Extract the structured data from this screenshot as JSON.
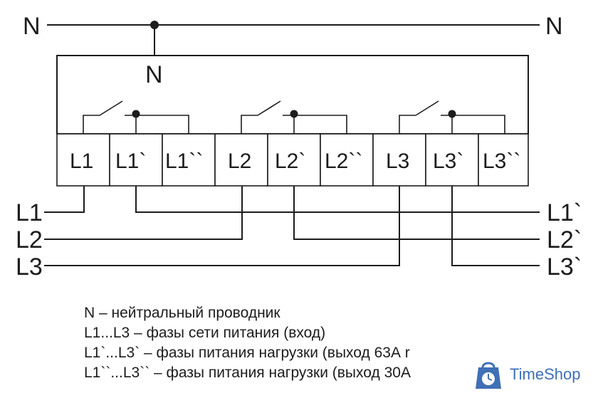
{
  "diagram": {
    "neutral_left": "N",
    "neutral_right": "N",
    "neutral_device": "N",
    "terminals": [
      "L1",
      "L1`",
      "L1``",
      "L2",
      "L2`",
      "L2``",
      "L3",
      "L3`",
      "L3``"
    ],
    "inputs": [
      "L1",
      "L2",
      "L3"
    ],
    "outputs": [
      "L1`",
      "L2`",
      "L3`"
    ]
  },
  "legend": [
    "N – нейтральный проводник",
    "L1...L3 – фазы сети питания (вход)",
    "L1`...L3` – фазы питания нагрузки (выход 63А r",
    "L1``...L3`` – фазы питания нагрузки (выход 30А"
  ],
  "watermark": {
    "brand": "TimeShop",
    "icon": "clock-shopping-bag-icon",
    "color": "#3f6fb5"
  }
}
